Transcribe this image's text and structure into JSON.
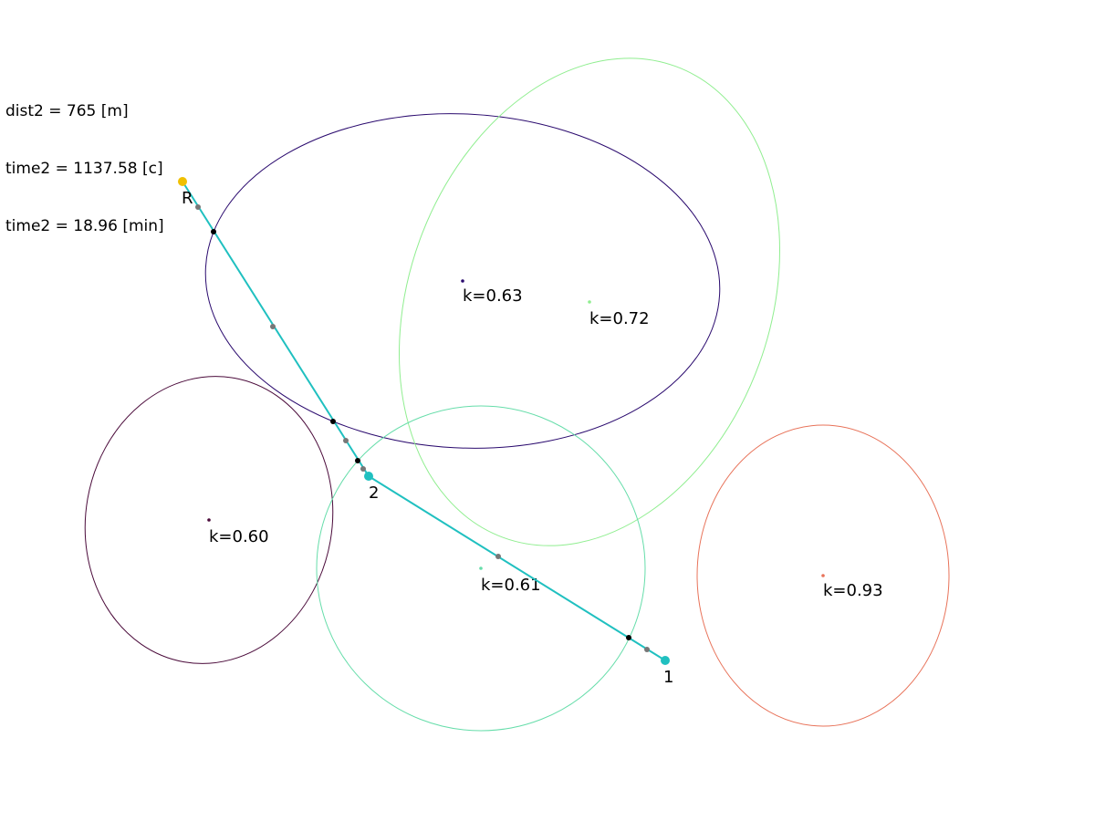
{
  "info": {
    "line1": "dist2 = 765 [m]",
    "line2": "time2 = 1137.58 [c]",
    "line3": "time2 = 18.96 [min]"
  },
  "zones": [
    {
      "label": "k=0.63",
      "color": "#2a0a6e"
    },
    {
      "label": "k=0.72",
      "color": "#90ee90"
    },
    {
      "label": "k=0.60",
      "color": "#4a0a3a"
    },
    {
      "label": "k=0.61",
      "color": "#66ddaa"
    },
    {
      "label": "k=0.93",
      "color": "#e8735a"
    }
  ],
  "points": {
    "start_label": "R",
    "start_color": "#f0c000",
    "p2_label": "2",
    "p1_label": "1",
    "route_color": "#20c0c0"
  }
}
